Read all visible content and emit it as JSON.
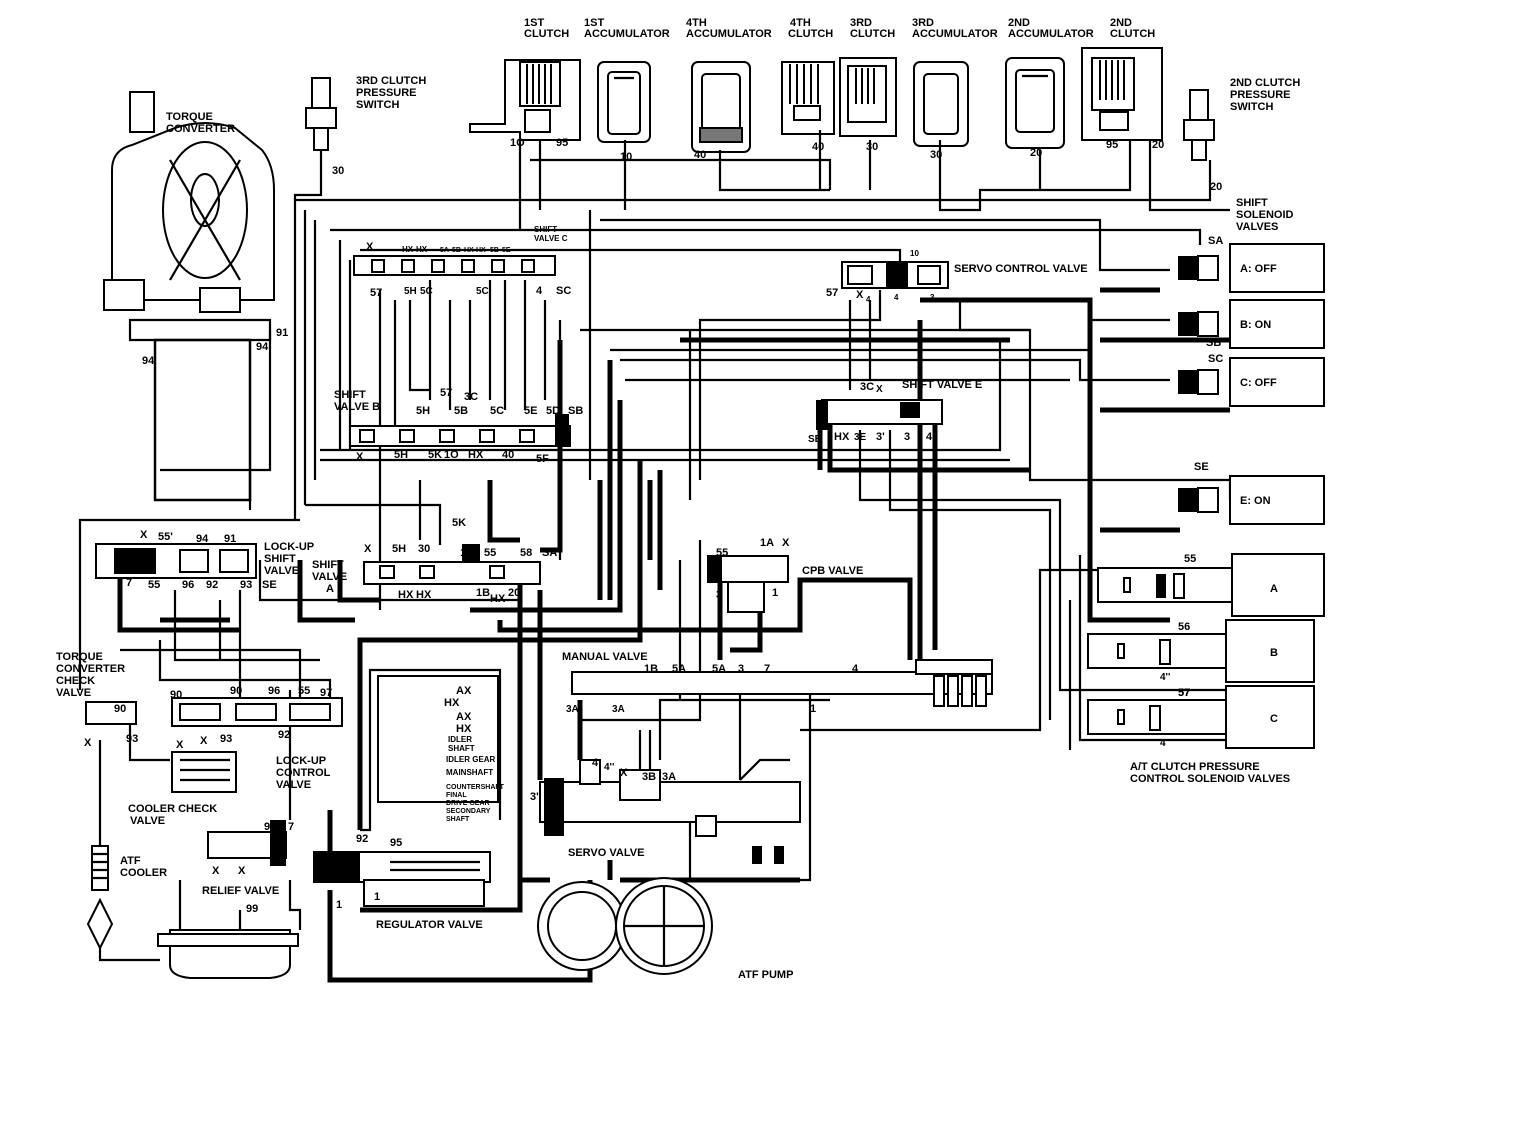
{
  "labels": {
    "first_clutch": [
      "1ST",
      "CLUTCH"
    ],
    "first_accumulator": [
      "1ST",
      "ACCUMULATOR"
    ],
    "fourth_accumulator": [
      "4TH",
      "ACCUMULATOR"
    ],
    "fourth_clutch": [
      "4TH",
      "CLUTCH"
    ],
    "third_clutch": [
      "3RD",
      "CLUTCH"
    ],
    "third_accumulator": [
      "3RD",
      "ACCUMULATOR"
    ],
    "second_accumulator": [
      "2ND",
      "ACCUMULATOR"
    ],
    "second_clutch": [
      "2ND",
      "CLUTCH"
    ],
    "third_clutch_pressure_switch": [
      "3RD CLUTCH",
      "PRESSURE",
      "SWITCH"
    ],
    "second_clutch_pressure_switch": [
      "2ND CLUTCH",
      "PRESSURE",
      "SWITCH"
    ],
    "torque_converter": [
      "TORQUE",
      "CONVERTER"
    ],
    "shift_solenoid_valves": [
      "SHIFT",
      "SOLENOID",
      "VALVES"
    ],
    "servo_control_valve": "SERVO CONTROL VALVE",
    "shift_valve_c": [
      "SHIFT",
      "VALVE C"
    ],
    "shift_valve_b": [
      "SHIFT",
      "VALVE B"
    ],
    "shift_valve_e": "SHIFT VALVE E",
    "shift_valve_a": [
      "SHIFT",
      "VALVE",
      "A"
    ],
    "lockup_shift_valve": [
      "LOCK-UP",
      "SHIFT",
      "VALVE"
    ],
    "cpb_valve": "CPB VALVE",
    "manual_valve": "MANUAL VALVE",
    "torque_converter_check_valve": [
      "TORQUE",
      "CONVERTER",
      "CHECK",
      "VALVE"
    ],
    "lockup_control_valve": [
      "LOCK-UP",
      "CONTROL",
      "VALVE"
    ],
    "cooler_check_valve": [
      "COOLER CHECK",
      "VALVE"
    ],
    "atf_cooler": [
      "ATF",
      "COOLER"
    ],
    "relief_valve": "RELIEF VALVE",
    "regulator_valve": "REGULATOR VALVE",
    "servo_valve": "SERVO VALVE",
    "atf_pump": "ATF PUMP",
    "clutch_pressure_solenoids": [
      "A/T CLUTCH PRESSURE",
      "CONTROL SOLENOID VALVES"
    ],
    "shaft_legend": [
      "AX",
      "HX",
      "AX",
      "HX",
      "IDLER",
      "SHAFT",
      "IDLER GEAR",
      "MAINSHAFT",
      "COUNTERSHAFT",
      "FINAL",
      "DRIVE GEAR",
      "SECONDARY",
      "SHAFT"
    ]
  },
  "solenoids": [
    {
      "port": "SA",
      "state": "A: OFF"
    },
    {
      "port": "SB",
      "state": "B: ON"
    },
    {
      "port": "SC",
      "state": "C: OFF"
    },
    {
      "port": "SE",
      "state": "E: ON"
    }
  ],
  "clutch_pressure_solenoids": [
    {
      "name": "A",
      "port": "55"
    },
    {
      "name": "B",
      "port": "56"
    },
    {
      "name": "C",
      "port": "57"
    }
  ],
  "port_numbers": {
    "clutch_row": [
      "1O",
      "95",
      "10",
      "40",
      "40",
      "30",
      "30",
      "20",
      "95",
      "20"
    ],
    "switch_left": "30",
    "switch_right": "20",
    "converter": [
      "91",
      "94",
      "94"
    ],
    "shift_valve_c_top": [
      "X",
      "HX",
      "HX",
      "5A",
      "5B",
      "HX",
      "HX",
      "5B",
      "5E"
    ],
    "shift_valve_c_bottom": [
      "57",
      "5H",
      "5C",
      "5C",
      "4",
      "SC"
    ],
    "servo_control": [
      "10",
      "57",
      "X",
      "4",
      "4",
      "3"
    ],
    "shift_valve_b_top": [
      "5H",
      "57",
      "5B",
      "3C",
      "5C",
      "5E",
      "5D",
      "SB"
    ],
    "shift_valve_b_bottom": [
      "X",
      "5H",
      "5K",
      "1O",
      "HX",
      "40",
      "5F"
    ],
    "shift_valve_e": [
      "3C",
      "X",
      "SE",
      "HX",
      "3E",
      "3'",
      "3",
      "4"
    ],
    "shift_valve_a": [
      "X",
      "5H",
      "30",
      "1A",
      "55",
      "58",
      "SA",
      "5K",
      "HX",
      "HX",
      "1B",
      "HX",
      "20"
    ],
    "lockup_shift": [
      "X",
      "55'",
      "94",
      "91",
      "7",
      "55",
      "96",
      "92",
      "93",
      "SE"
    ],
    "cpb": [
      "55",
      "1A",
      "X",
      "3",
      "1"
    ],
    "manual": [
      "1B",
      "5A",
      "5A",
      "3",
      "7",
      "4",
      "3A",
      "3A",
      "1"
    ],
    "servo": [
      "4",
      "X",
      "4''",
      "3B",
      "3A",
      "3'"
    ],
    "lockup_control": [
      "90",
      "90",
      "96",
      "55",
      "97",
      "X",
      "X",
      "93",
      "92",
      "X",
      "90",
      "93"
    ],
    "relief_regulator": [
      "95",
      "7",
      "92",
      "95",
      "X",
      "X",
      "1",
      "1",
      "99"
    ],
    "clutch_pressure_b": [
      "4''",
      "57"
    ],
    "clutch_pressure_c": [
      "4"
    ]
  }
}
